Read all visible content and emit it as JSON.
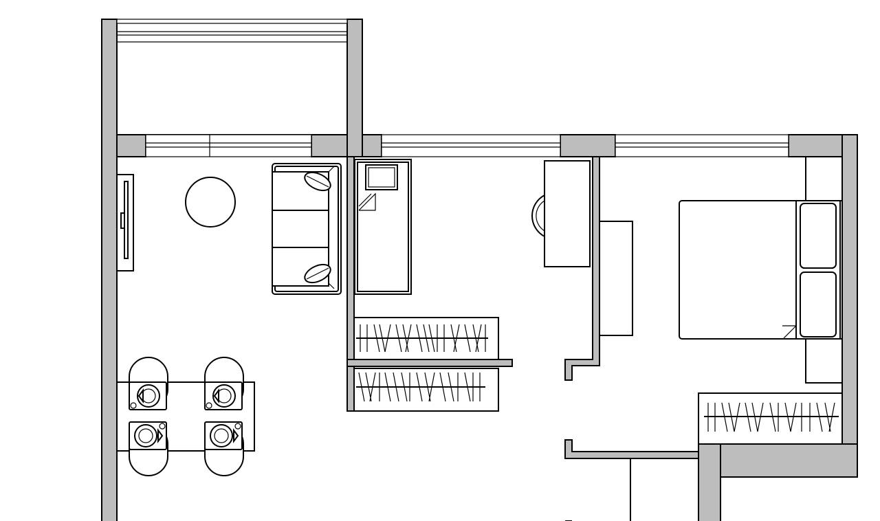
{
  "plan": {
    "rooms": [
      "balcony",
      "living-dining",
      "child-bedroom",
      "master-bedroom",
      "hallway"
    ],
    "colors": {
      "wall_fill": "#bdbdbd",
      "line": "#000000",
      "background": "#ffffff"
    },
    "furniture": {
      "living": [
        "tv-unit",
        "round-table",
        "sofa",
        "dining-table",
        "dining-chair-1",
        "dining-chair-2",
        "dining-chair-3",
        "dining-chair-4"
      ],
      "child": [
        "single-bed",
        "desk",
        "desk-chair",
        "wardrobe-1",
        "wardrobe-2"
      ],
      "master": [
        "double-bed",
        "dresser",
        "wardrobe-3"
      ]
    }
  }
}
